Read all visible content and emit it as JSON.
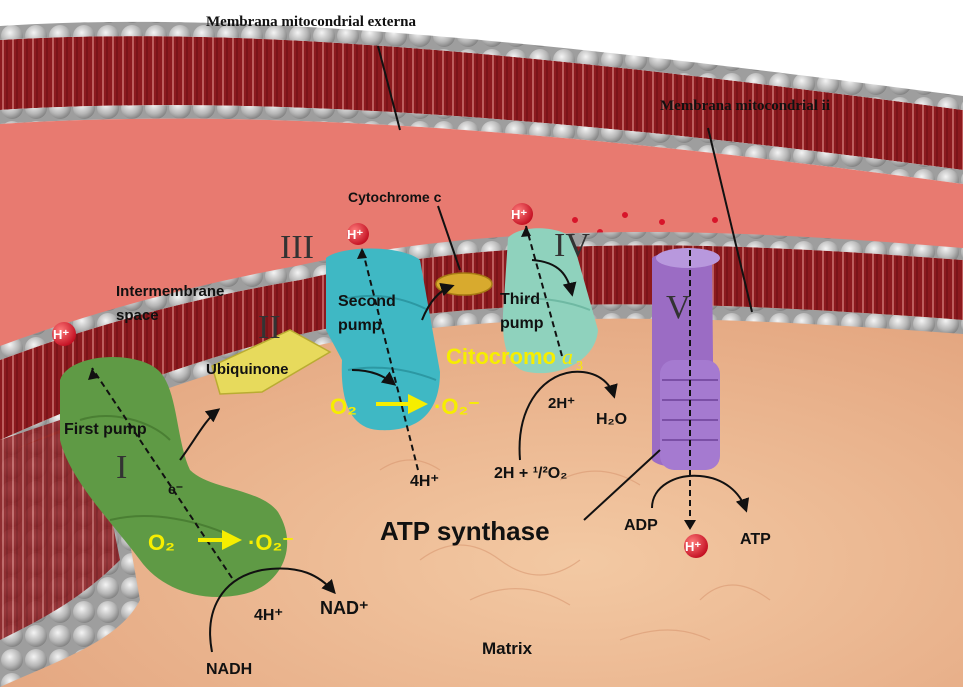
{
  "labels": {
    "outer_membrane": "Membrana mitocondrial externa",
    "inner_membrane": "Membrana mitocondrial ii",
    "cytochrome_c": "Cytochrome c",
    "intermembrane_line1": "Intermembrane",
    "intermembrane_line2": "space",
    "ubiquinone": "Ubiquinone",
    "first_pump": "First pump",
    "second_pump_line1": "Second",
    "second_pump_line2": "pump",
    "third_pump_line1": "Third",
    "third_pump_line2": "pump",
    "citocromo": "Citocromo",
    "citocromo_suffix": "a",
    "citocromo_subscript": "3",
    "atp_synthase": "ATP synthase",
    "matrix": "Matrix",
    "electron": "e⁻",
    "nadh": "NADH",
    "nad_plus": "NAD⁺",
    "four_h_complex1": "4H⁺",
    "four_h_complex3": "4H⁺",
    "two_h_plus": "2H⁺",
    "water": "H₂O",
    "oxygen_input": "2H + ¹/²O₂",
    "adp": "ADP",
    "atp": "ATP",
    "h_plus": "H⁺"
  },
  "complexes": {
    "c1": "I",
    "c2": "II",
    "c3": "III",
    "c4": "IV",
    "c5": "V"
  },
  "superoxide": {
    "o2": "O₂",
    "o2_radical": "·O₂⁻"
  },
  "colors": {
    "membrane_red": "#8c1a1e",
    "membrane_head": "#b8b8b8",
    "intermembrane": "#e87a70",
    "matrix": "#ecb48c",
    "complex_1": "#5f9a45",
    "complex_2": "#e7da5c",
    "complex_3": "#3fb8c4",
    "complex_4": "#8fd2bd",
    "complex_5": "#9b6cc4",
    "cytochrome_c": "#d8aa2e",
    "highlight_yellow": "#f6ee00",
    "h_ion": "#d8152a"
  }
}
